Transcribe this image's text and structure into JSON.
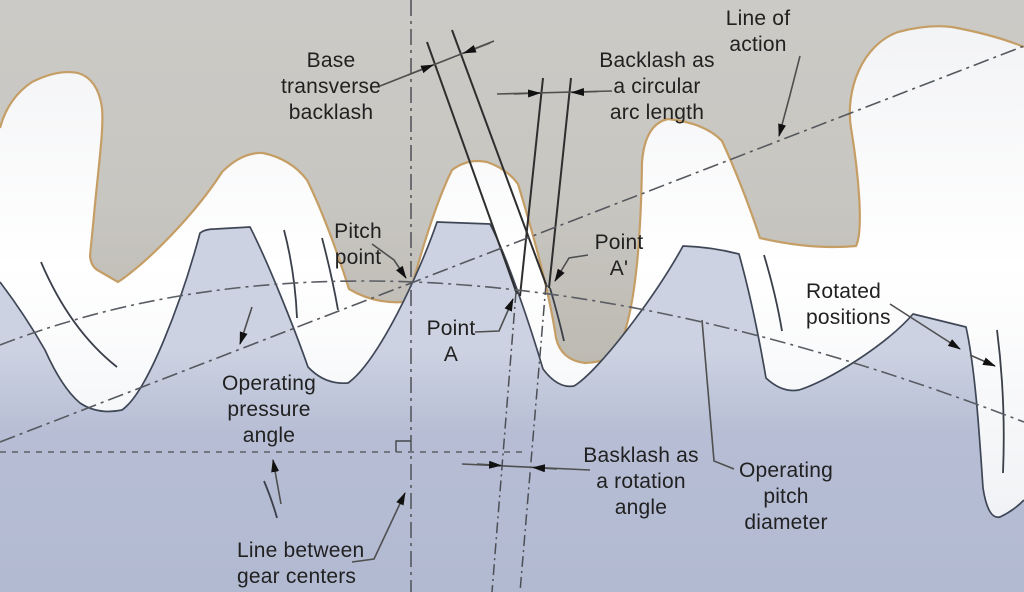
{
  "diagram": {
    "subject": "Gear backlash terminology diagram with two meshing gear tooth profiles",
    "labels": {
      "base_transverse_backlash": {
        "lines": [
          "Base",
          "transverse",
          "backlash"
        ]
      },
      "backlash_circular_arc": {
        "lines": [
          "Backlash as",
          "a circular",
          "arc length"
        ]
      },
      "line_of_action": {
        "lines": [
          "Line of",
          "action"
        ]
      },
      "pitch_point": {
        "lines": [
          "Pitch",
          "point"
        ]
      },
      "point_a_prime": {
        "lines": [
          "Point",
          "A'"
        ]
      },
      "point_a": {
        "lines": [
          "Point",
          "A"
        ]
      },
      "operating_pressure_angle": {
        "lines": [
          "Operating",
          "pressure",
          "angle"
        ]
      },
      "backlash_rotation_angle": {
        "lines": [
          "Basklash as",
          "a rotation",
          "angle"
        ]
      },
      "line_between_gear_centers": {
        "lines": [
          "Line between",
          "gear centers"
        ]
      },
      "operating_pitch_diameter": {
        "lines": [
          "Operating",
          "pitch",
          "diameter"
        ]
      },
      "rotated_positions": {
        "lines": [
          "Rotated",
          "positions"
        ]
      }
    },
    "colors": {
      "upper_gear_fill": "#c8c6c1",
      "upper_gear_outline": "#c59e66",
      "lower_gear_fill": "#b6bdd4",
      "lower_gear_outline": "#3f4757",
      "annotation_line": "#3a3a3a",
      "dim_line": "#5c5c5c",
      "centerline": "#55585e",
      "arrowhead": "#111111",
      "text": "#212121",
      "background": "#ffffff"
    }
  }
}
